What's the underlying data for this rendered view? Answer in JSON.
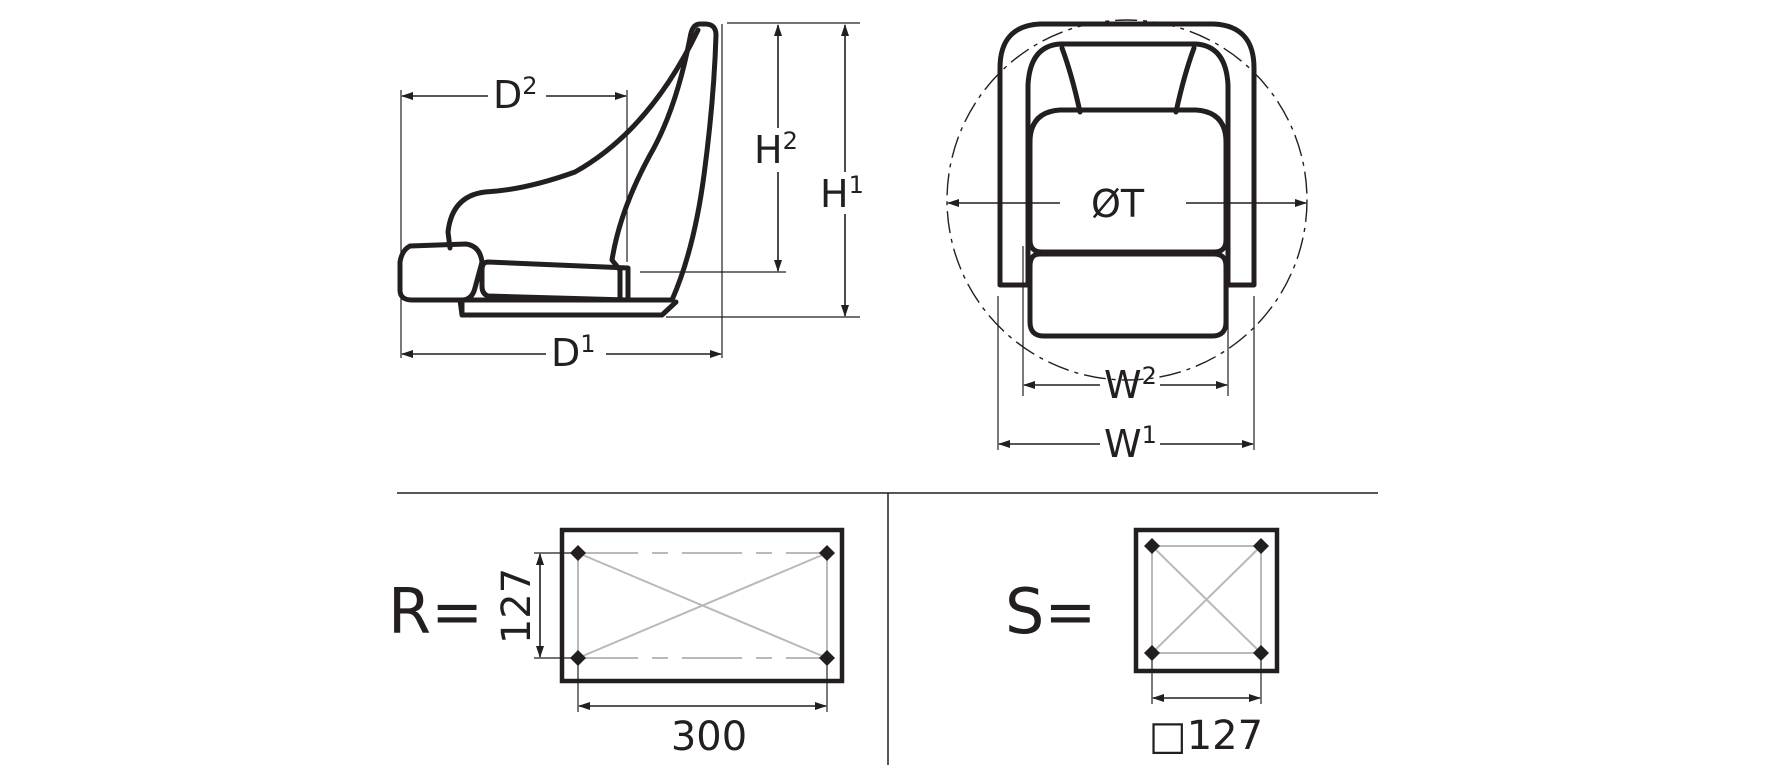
{
  "side_view": {
    "d2": {
      "main": "D",
      "sup": "2"
    },
    "h2": {
      "main": "H",
      "sup": "2"
    },
    "h1": {
      "main": "H",
      "sup": "1"
    },
    "d1": {
      "main": "D",
      "sup": "1"
    }
  },
  "front_view": {
    "diameter": "ØT",
    "w2": {
      "main": "W",
      "sup": "2"
    },
    "w1": {
      "main": "W",
      "sup": "1"
    }
  },
  "patterns": {
    "r": {
      "label": "R=",
      "height": "127",
      "width": "300"
    },
    "s": {
      "label": "S=",
      "size": "□127"
    }
  }
}
